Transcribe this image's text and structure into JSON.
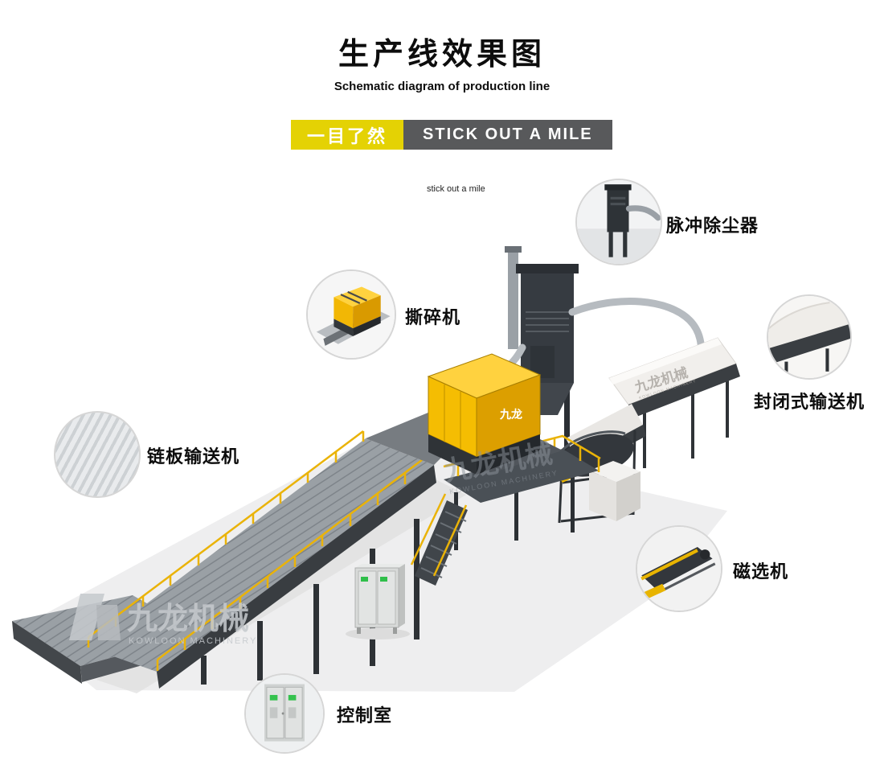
{
  "header": {
    "title": "生产线效果图",
    "subtitle": "Schematic diagram of production line",
    "banner_left": "一目了然",
    "banner_right": "STICK OUT A MILE",
    "caption": "stick out a mile"
  },
  "callouts": [
    {
      "id": "shredder",
      "label": "撕碎机"
    },
    {
      "id": "dust-collector",
      "label": "脉冲除尘器"
    },
    {
      "id": "enclosed-conveyor",
      "label": "封闭式输送机"
    },
    {
      "id": "chain-conveyor",
      "label": "链板输送机"
    },
    {
      "id": "magnetic-separator",
      "label": "磁选机"
    },
    {
      "id": "control-room",
      "label": "控制室"
    }
  ],
  "watermark": {
    "cn": "九龙机械",
    "en": "KOWLOON MACHINERY"
  },
  "machine": {
    "brand": "九龙"
  },
  "colors": {
    "accent_yellow": "#e4d204",
    "banner_gray": "#58595b",
    "machine_yellow": "#f7c400",
    "steel_gray": "#9aa0a5",
    "dark_steel": "#363b41"
  }
}
